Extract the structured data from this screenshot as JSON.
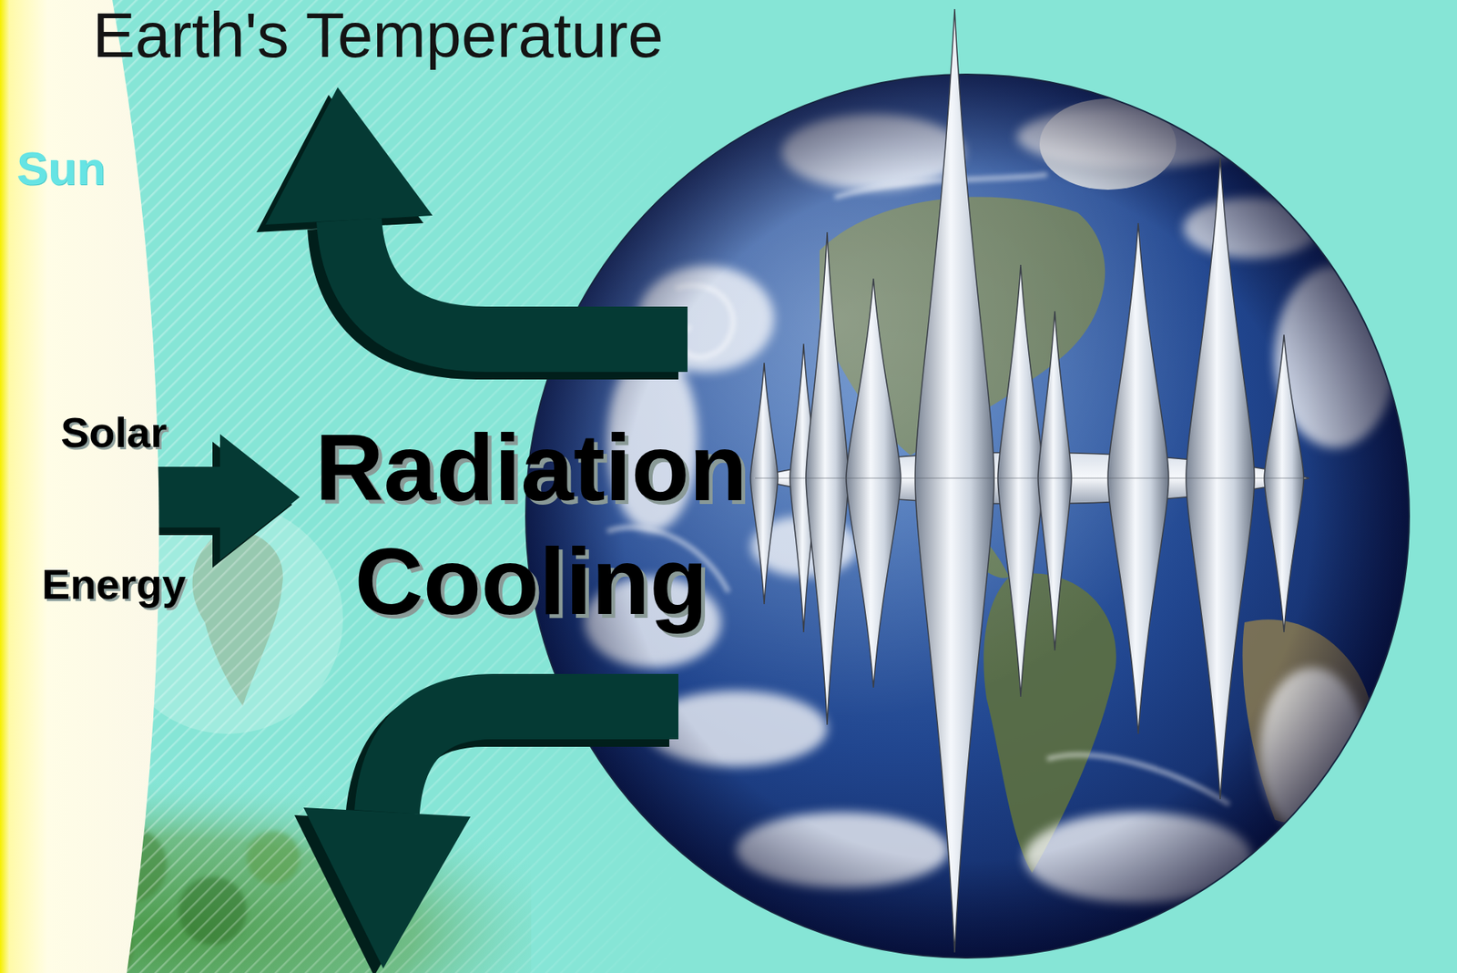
{
  "diagram": {
    "title": "Earth's Temperature",
    "nodes": [
      {
        "text": [
          "Sun"
        ]
      }
    ],
    "labels": [
      "Solar Energy",
      "Radiation Cooling"
    ]
  }
}
